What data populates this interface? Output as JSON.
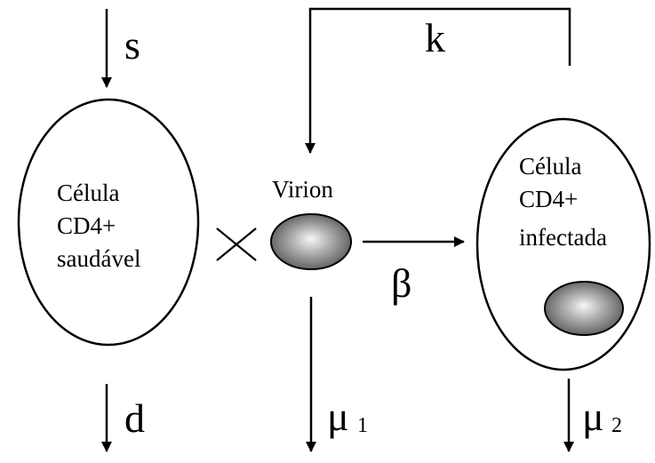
{
  "diagram": {
    "healthy_cell": {
      "line1": "Célula",
      "line2": "CD4+",
      "line3": "saudável"
    },
    "virion": {
      "label": "Virion"
    },
    "infected_cell": {
      "line1": "Célula",
      "line2": "CD4+",
      "line3": "infectada"
    },
    "rates": {
      "source": "s",
      "death_healthy": "d",
      "production": "k",
      "infection": "β",
      "virion_clearance": "μ",
      "virion_clearance_sub": "1",
      "infected_death": "μ",
      "infected_death_sub": "2"
    },
    "interaction_symbol": "×"
  }
}
